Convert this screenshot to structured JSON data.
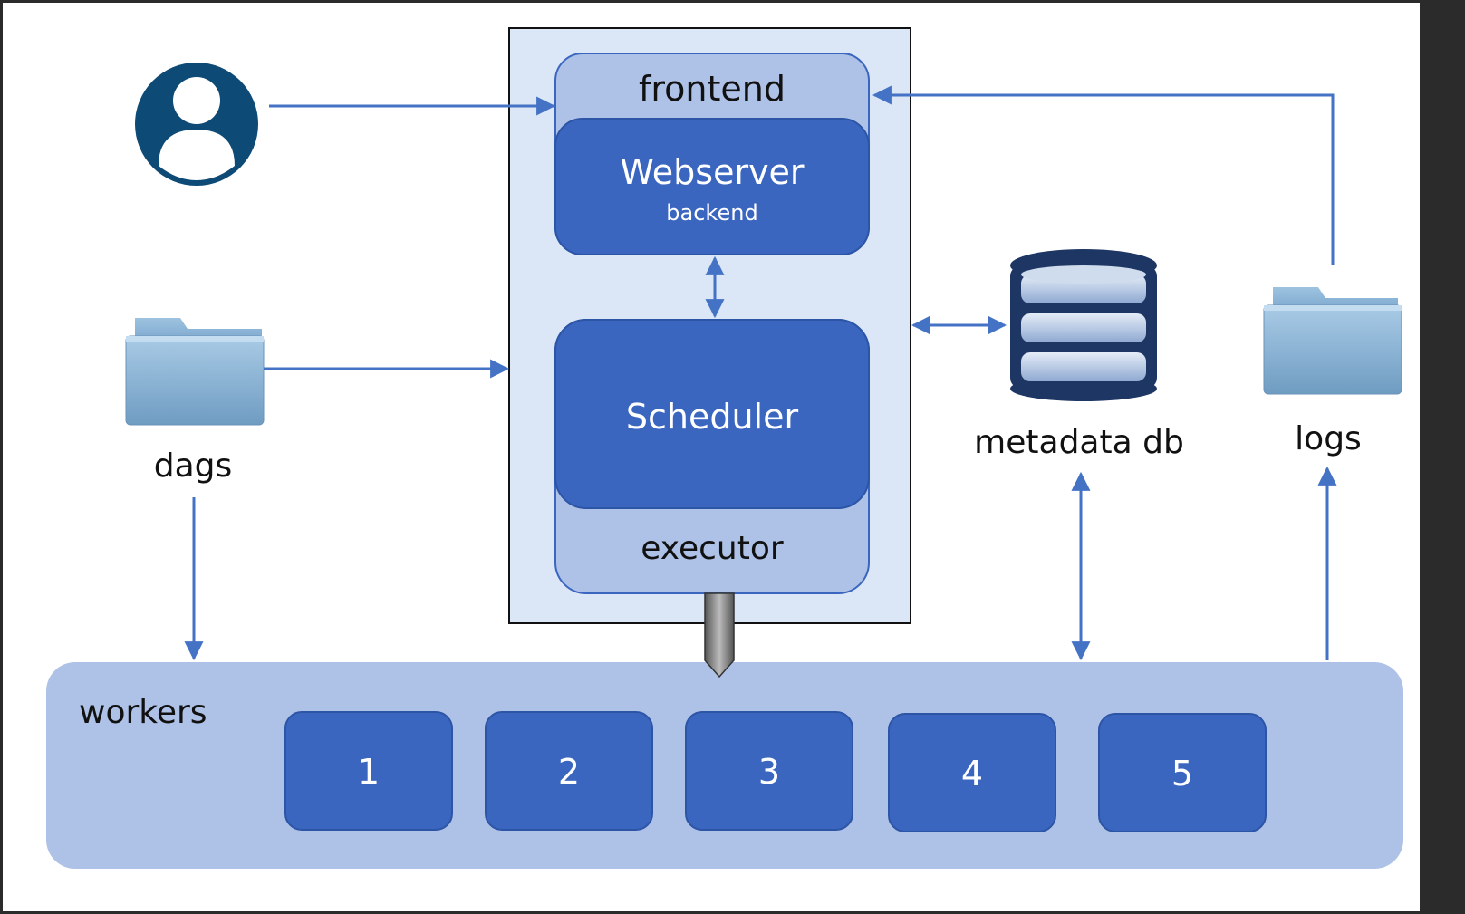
{
  "diagram": {
    "frontend_label": "frontend",
    "webserver_label": "Webserver",
    "backend_label": "backend",
    "scheduler_label": "Scheduler",
    "executor_label": "executor",
    "dags_label": "dags",
    "metadata_label": "metadata db",
    "logs_label": "logs",
    "workers_label": "workers",
    "workers": [
      "1",
      "2",
      "3",
      "4",
      "5"
    ]
  },
  "colors": {
    "dark_blue": "#3a66c0",
    "light_blue": "#aec1e6",
    "panel_bg": "#dbe6f6",
    "arrow": "#4472c4",
    "user_icon": "#0d4a75",
    "db_icon": "#1d3663",
    "folder": "#8fb7d6"
  }
}
